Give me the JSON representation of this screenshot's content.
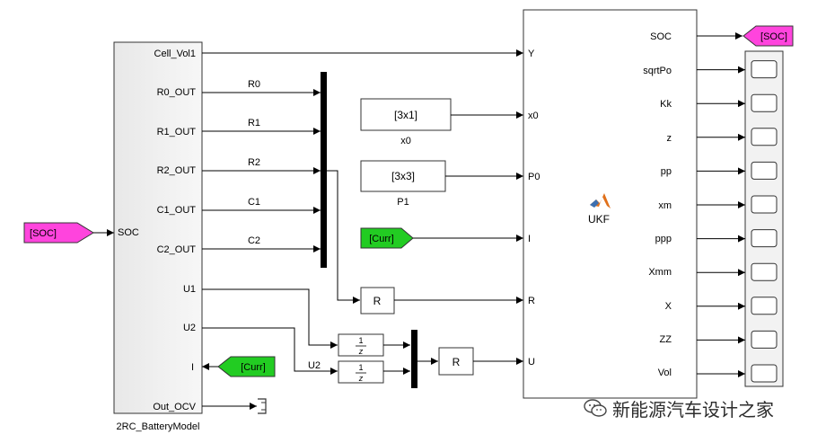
{
  "battery_model": {
    "name": "2RC_BatteryModel",
    "input_ports": [
      "SOC",
      "I"
    ],
    "output_ports": [
      "Cell_Vol1",
      "R0_OUT",
      "R1_OUT",
      "R2_OUT",
      "C1_OUT",
      "C2_OUT",
      "U1",
      "U2",
      "Out_OCV"
    ]
  },
  "signals": {
    "R0": "R0",
    "R1": "R1",
    "R2": "R2",
    "C1": "C1",
    "C2": "C2",
    "U2": "U2"
  },
  "ukf": {
    "name": "UKF",
    "input_ports": [
      "Y",
      "x0",
      "P0",
      "I",
      "R",
      "U"
    ],
    "output_ports": [
      "SOC",
      "sqrtPo",
      "Kk",
      "z",
      "pp",
      "xm",
      "ppp",
      "Xmm",
      "X",
      "ZZ",
      "Vol"
    ]
  },
  "constants": {
    "x0": {
      "value": "[3x1]",
      "name": "x0"
    },
    "P1": {
      "value": "[3x3]",
      "name": "P1"
    }
  },
  "tags": {
    "from_soc": "[SOC]",
    "goto_soc": "[SOC]",
    "from_curr": "[Curr]",
    "goto_curr": "[Curr]"
  },
  "selector_label": "R",
  "reshape_label": "R",
  "unit_delay": {
    "numerator": "1",
    "denominator": "z"
  },
  "watermark": "新能源汽车设计之家",
  "colors": {
    "from_goto_magenta": "#ff44dd",
    "from_goto_green": "#22cc22",
    "block_fill": "#f0f0f0",
    "line": "#000000",
    "matlab_icon_orange": "#e0701a",
    "matlab_icon_blue": "#3c6fb0"
  }
}
